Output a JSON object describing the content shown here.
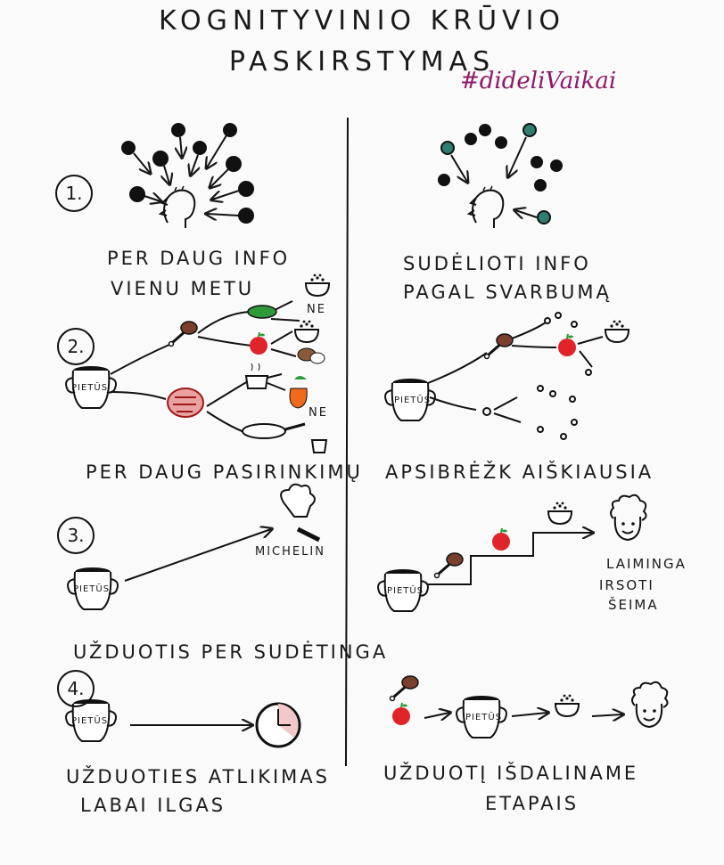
{
  "title": {
    "line1": "KOGNITYVINIO KRŪVIO",
    "line2": "PASKIRSTYMAS"
  },
  "hashtag": "#dideliVaikai",
  "sections": [
    {
      "number": "1.",
      "left": {
        "lines": [
          "PER DAUG INFO",
          "VIENU METU"
        ]
      },
      "right": {
        "lines": [
          "SUDĖLIOTI INFO",
          "PAGAL SVARBUMĄ"
        ]
      }
    },
    {
      "number": "2.",
      "left": {
        "lines": [
          "PER DAUG PASIRINKIMŲ"
        ],
        "ne_labels": [
          "NE",
          "NE"
        ]
      },
      "right": {
        "lines": [
          "APSIBRĖŽK AIŠKIAUSIA"
        ]
      }
    },
    {
      "number": "3.",
      "left": {
        "lines": [
          "UŽDUOTIS PER SUDĖTINGA"
        ],
        "badge": "MICHELIN"
      },
      "right": {
        "lines": [
          "LAIMINGA",
          "IRSOTI",
          "ŠEIMA"
        ]
      }
    },
    {
      "number": "4.",
      "left": {
        "lines": [
          "UŽDUOTIES ATLIKIMAS",
          "LABAI ILGAS"
        ]
      },
      "right": {
        "lines": [
          "UŽDUOTĮ IŠDALINAME",
          "ETAPAIS"
        ]
      }
    }
  ],
  "pot_label": "PIETŪS",
  "colors": {
    "ink": "#1a1a1a",
    "teal": "#2f7f70",
    "red": "#e0242a",
    "green": "#2f9a3a",
    "orange": "#ef6a1b",
    "brown": "#6b3b2a",
    "hashtag": "#8d1a66"
  }
}
